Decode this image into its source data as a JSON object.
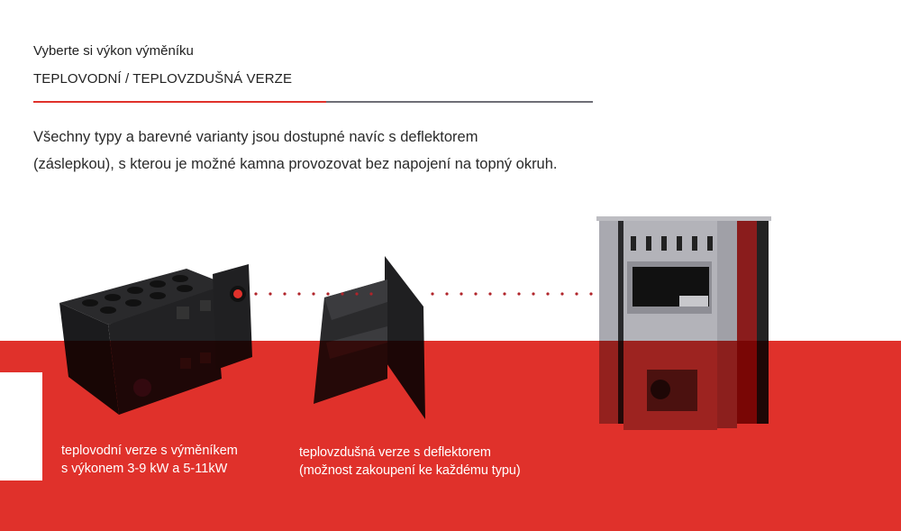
{
  "header": {
    "subtitle": "Vyberte si výkon výměníku",
    "title": "TEPLOVODNÍ / TEPLOVZDUŠNÁ VERZE"
  },
  "description": {
    "line1": "Všechny typy a barevné varianty jsou dostupné navíc s deflektorem",
    "line2": "(záslepkou), s kterou je možné kamna provozovat bez napojení na topný okruh."
  },
  "captions": {
    "water_version": {
      "line1": "teplovodní verze s výměníkem",
      "line2": "s výkonem 3-9 kW a 5-11kW"
    },
    "air_version": {
      "line1": "teplovzdušná verze s deflektorem",
      "line2": "(možnost zakoupení ke každému typu)"
    }
  },
  "colors": {
    "accent_red": "#e0312b",
    "rule_gray": "#6e6e76"
  }
}
